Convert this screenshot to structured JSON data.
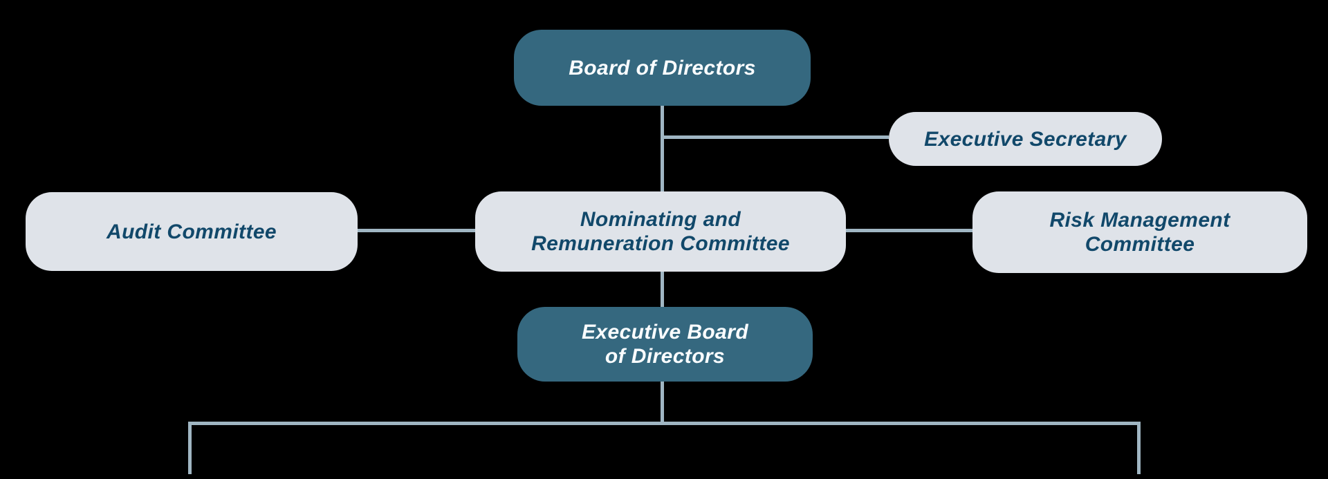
{
  "diagram": {
    "type": "org-chart",
    "colors": {
      "background": "#000000",
      "primary_box": "#35687f",
      "secondary_box": "#dfe3e9",
      "primary_text": "#fafdff",
      "secondary_text": "#11486a",
      "connector": "#a0b6c3"
    },
    "nodes": {
      "board": {
        "label": "Board of Directors",
        "variant": "primary"
      },
      "executive_secretary": {
        "label": "Executive Secretary",
        "variant": "secondary"
      },
      "audit_committee": {
        "label": "Audit Committee",
        "variant": "secondary"
      },
      "nominating_committee": {
        "lines": [
          "Nominating and",
          "Remuneration Committee"
        ],
        "variant": "secondary"
      },
      "risk_committee": {
        "lines": [
          "Risk Management",
          "Committee"
        ],
        "variant": "secondary"
      },
      "executive_board": {
        "lines": [
          "Executive Board",
          "of Directors"
        ],
        "variant": "primary"
      }
    }
  }
}
